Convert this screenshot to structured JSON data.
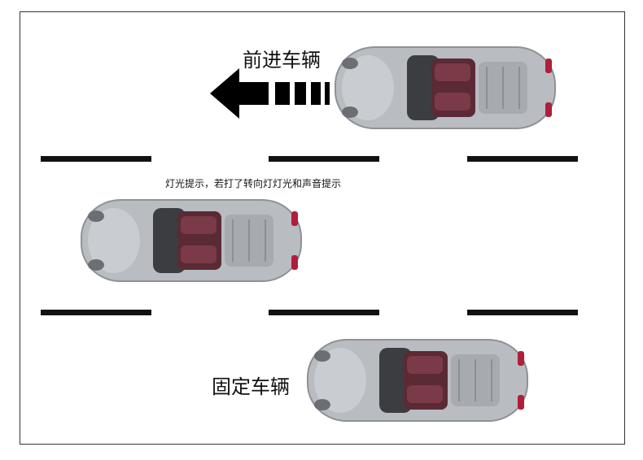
{
  "labels": {
    "front_vehicle": "前进车辆",
    "fixed_vehicle": "固定车辆",
    "hint": "灯光提示，若打了转向灯灯光和声音提示"
  },
  "arrow": {
    "direction": "left",
    "color": "#000000"
  },
  "car": {
    "body_color": "#b9bcc0",
    "interior_color": "#5a2a35"
  }
}
